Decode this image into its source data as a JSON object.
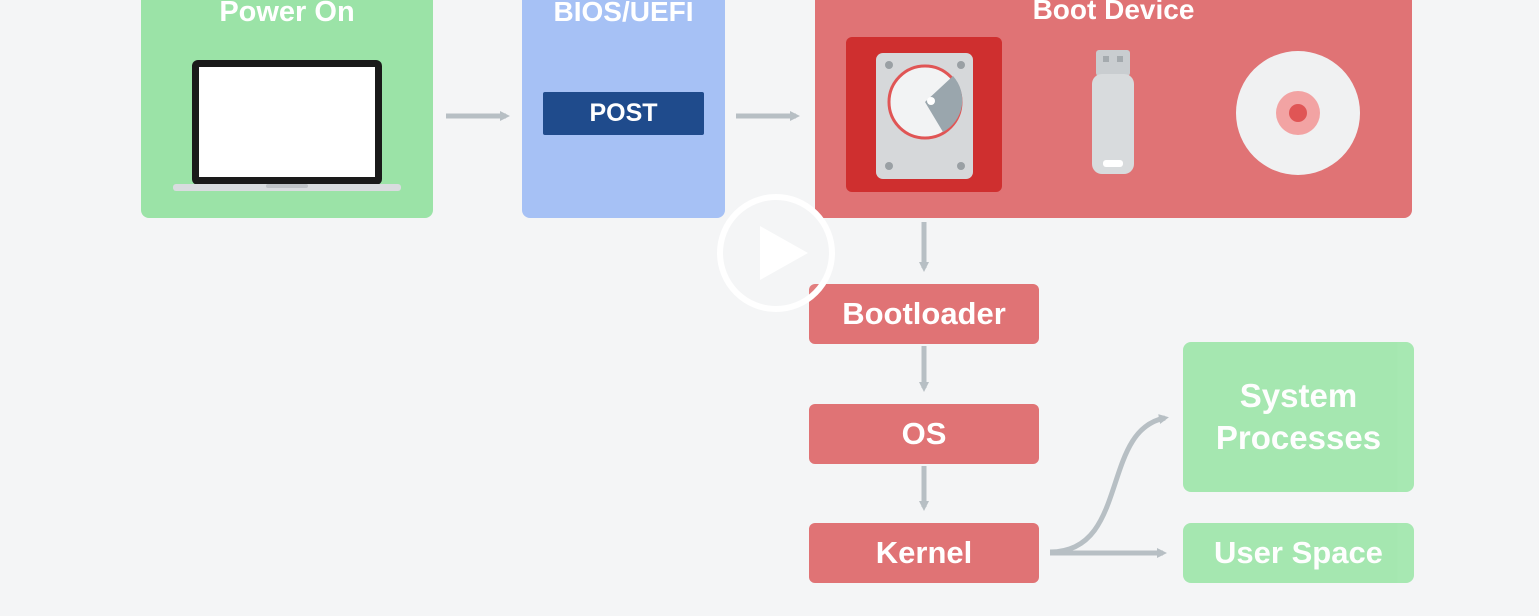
{
  "diagram": {
    "power_on": {
      "title": "Power On",
      "icon": "laptop-icon"
    },
    "bios": {
      "title": "BIOS/UEFI",
      "post_label": "POST"
    },
    "boot_device": {
      "title": "Boot Device",
      "devices": [
        "hard-drive-icon",
        "usb-drive-icon",
        "optical-disc-icon"
      ]
    },
    "steps": [
      "Bootloader",
      "OS",
      "Kernel"
    ],
    "outputs": {
      "system_processes": [
        "System",
        "Processes"
      ],
      "user_space": "User Space"
    }
  },
  "player": {
    "icon": "play-icon"
  },
  "colors": {
    "background": "#f4f5f6",
    "green": "#9be3a7",
    "blue": "#a6c1f5",
    "post": "#1f4b8c",
    "red": "#e07375",
    "arrow": "#b7bfc4"
  }
}
